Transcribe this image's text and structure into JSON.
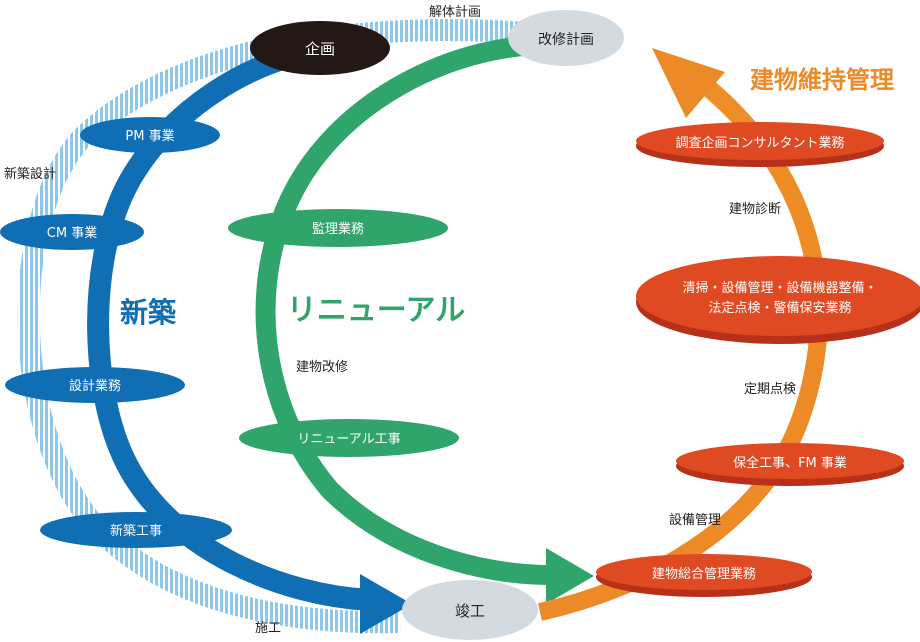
{
  "nodes": {
    "kikaku": "企画",
    "kaishu_keikaku": "改修計画",
    "shunkou": "竣工",
    "pm": "PM 事業",
    "cm": "CM 事業",
    "sekkei": "設計業務",
    "shinchiku_kouji": "新築工事",
    "kanri": "監理業務",
    "renewal_kouji": "リニューアル工事",
    "chousa": "調査企画コンサルタント業務",
    "seisou_line1": "清掃・設備管理・設備機器整備・",
    "seisou_line2": "法定点検・警備保安業務",
    "hozen": "保全工事、FM 事業",
    "sougou": "建物総合管理業務"
  },
  "labels": {
    "kaitai": "解体計画",
    "shinchiku_sekkei": "新築設計",
    "shikou": "施工",
    "kaishu": "建物改修",
    "shindan": "建物診断",
    "teiki": "定期点検",
    "setsubi": "設備管理"
  },
  "titles": {
    "shinchiku": "新築",
    "renewal": "リニューアル",
    "iji": "建物維持管理"
  },
  "colors": {
    "blue": "#0f6eb4",
    "blue_light": "#8dc7ec",
    "green": "#2fa56b",
    "orange": "#ec8a28",
    "red": "#d9411e",
    "grey": "#d3dbe0",
    "dark": "#231815"
  }
}
